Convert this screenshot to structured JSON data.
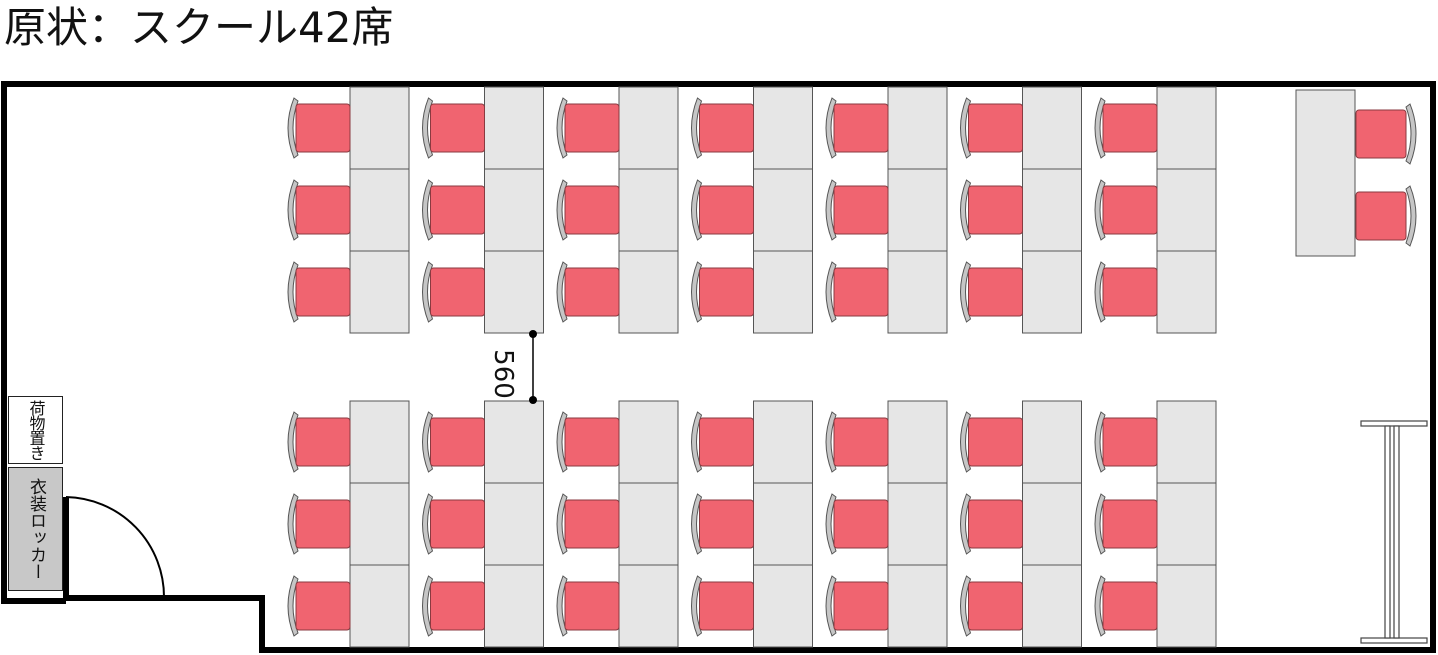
{
  "title": "原状：スクール42席",
  "labels": {
    "storage": "荷物置き",
    "locker": "衣装ロッカー",
    "dimension": "560"
  },
  "colors": {
    "chair_seat": "#f06470",
    "chair_back": "#c6c6c6",
    "desk": "#e6e6e6",
    "wall": "#000000",
    "locker": "#c8c8c8"
  },
  "layout_summary": {
    "seat_columns": 7,
    "seat_rows_per_block": 3,
    "blocks": 2,
    "front_chairs": 2
  }
}
